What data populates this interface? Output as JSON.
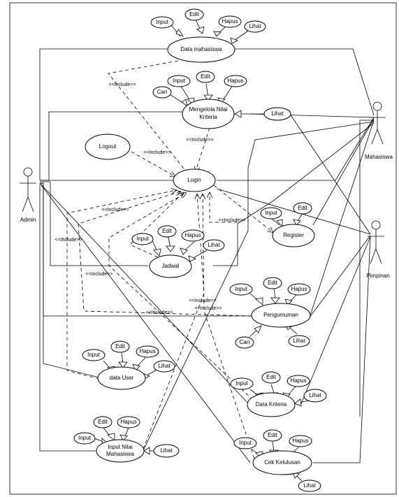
{
  "diagram": {
    "actors": {
      "admin": "Admin",
      "mahasiswa": "Mahasiswa",
      "pimpinan": "Pimpinan"
    },
    "stereotype": "<<Include>>",
    "use_cases": {
      "data_mahasiswa": "Data mahasiswa",
      "mengelola_line1": "Mengelola Nilai",
      "mengelola_line2": "Kriteria",
      "logout": "Logout",
      "login": "Login",
      "register": "Register",
      "jadwal": "Jadwal",
      "pengumuman": "Pengumuman",
      "data_user": "data User",
      "data_kriteria": "Data Kriteria",
      "input_nilai_line1": "Input Nilai",
      "input_nilai_line2": "Mahasiswa",
      "cek_kelulusan": "Cek Kelulusan"
    },
    "sub_actions": {
      "input": "Input",
      "edit": "Edit",
      "hapus": "Hapus",
      "lihat": "Lihat",
      "cari": "Cari"
    }
  }
}
